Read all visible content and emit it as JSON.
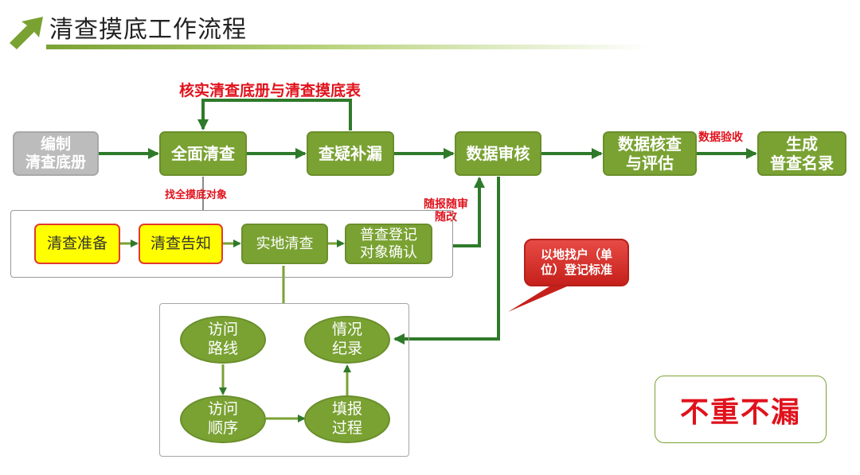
{
  "slide": {
    "title": "清查摸底工作流程"
  },
  "top_label": "核实清查底册与清查摸底表",
  "main_flow": [
    {
      "id": "compile",
      "label": "编制\n清查底册"
    },
    {
      "id": "full_check",
      "label": "全面清查"
    },
    {
      "id": "fill_gaps",
      "label": "查疑补漏"
    },
    {
      "id": "data_audit",
      "label": "数据审核"
    },
    {
      "id": "verify_eval",
      "label": "数据核查\n与评估"
    },
    {
      "id": "generate",
      "label": "生成\n普查名录"
    }
  ],
  "labels": {
    "find_all": "找全摸底对象",
    "report_fix": "随报随审\n随改",
    "data_accept": "数据验收"
  },
  "sub_flow": [
    {
      "id": "prep",
      "label": "清查准备"
    },
    {
      "id": "notify",
      "label": "清查告知"
    },
    {
      "id": "field",
      "label": "实地清查"
    },
    {
      "id": "confirm",
      "label": "普查登记\n对象确认"
    }
  ],
  "circles": [
    {
      "id": "route",
      "label": "访问\n路线"
    },
    {
      "id": "record",
      "label": "情况\n纪录"
    },
    {
      "id": "order",
      "label": "访问\n顺序"
    },
    {
      "id": "process",
      "label": "填报\n过程"
    }
  ],
  "callout": "以地找户（单\n位）登记标准",
  "slogan": "不重不漏",
  "colors": {
    "accent_green": "#7aa233",
    "arrow_green": "#2f7a2a",
    "red": "#e0121c",
    "yellow": "#ffff00"
  }
}
